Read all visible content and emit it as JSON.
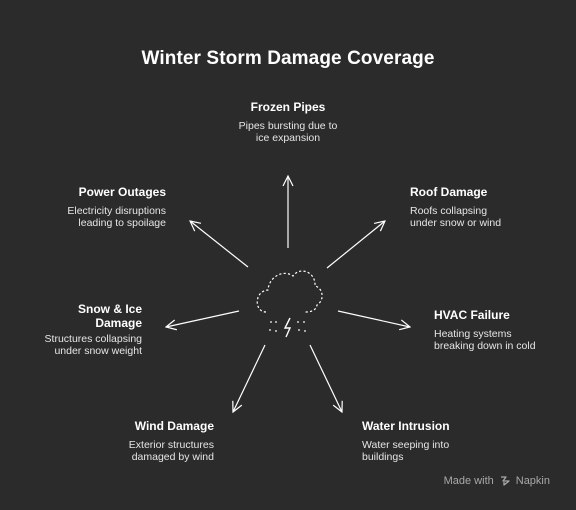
{
  "title": "Winter Storm Damage Coverage",
  "center_icon": "storm-cloud-icon",
  "nodes": [
    {
      "id": "frozen-pipes",
      "title": "Frozen Pipes",
      "description": "Pipes bursting due to ice expansion"
    },
    {
      "id": "roof-damage",
      "title": "Roof Damage",
      "description": "Roofs collapsing under snow or wind"
    },
    {
      "id": "hvac-failure",
      "title": "HVAC Failure",
      "description": "Heating systems breaking down in cold"
    },
    {
      "id": "water-intrusion",
      "title": "Water Intrusion",
      "description": "Water seeping into buildings"
    },
    {
      "id": "wind-damage",
      "title": "Wind Damage",
      "description": "Exterior structures damaged by wind"
    },
    {
      "id": "snow-ice-damage",
      "title": "Snow & Ice Damage",
      "description": "Structures collapsing under snow weight"
    },
    {
      "id": "power-outages",
      "title": "Power Outages",
      "description": "Electricity disruptions leading to spoilage"
    }
  ],
  "footer": {
    "made_with": "Made with",
    "brand": "Napkin"
  },
  "colors": {
    "background": "#2b2b2b",
    "foreground": "#ffffff",
    "muted": "#a9a9a9"
  }
}
